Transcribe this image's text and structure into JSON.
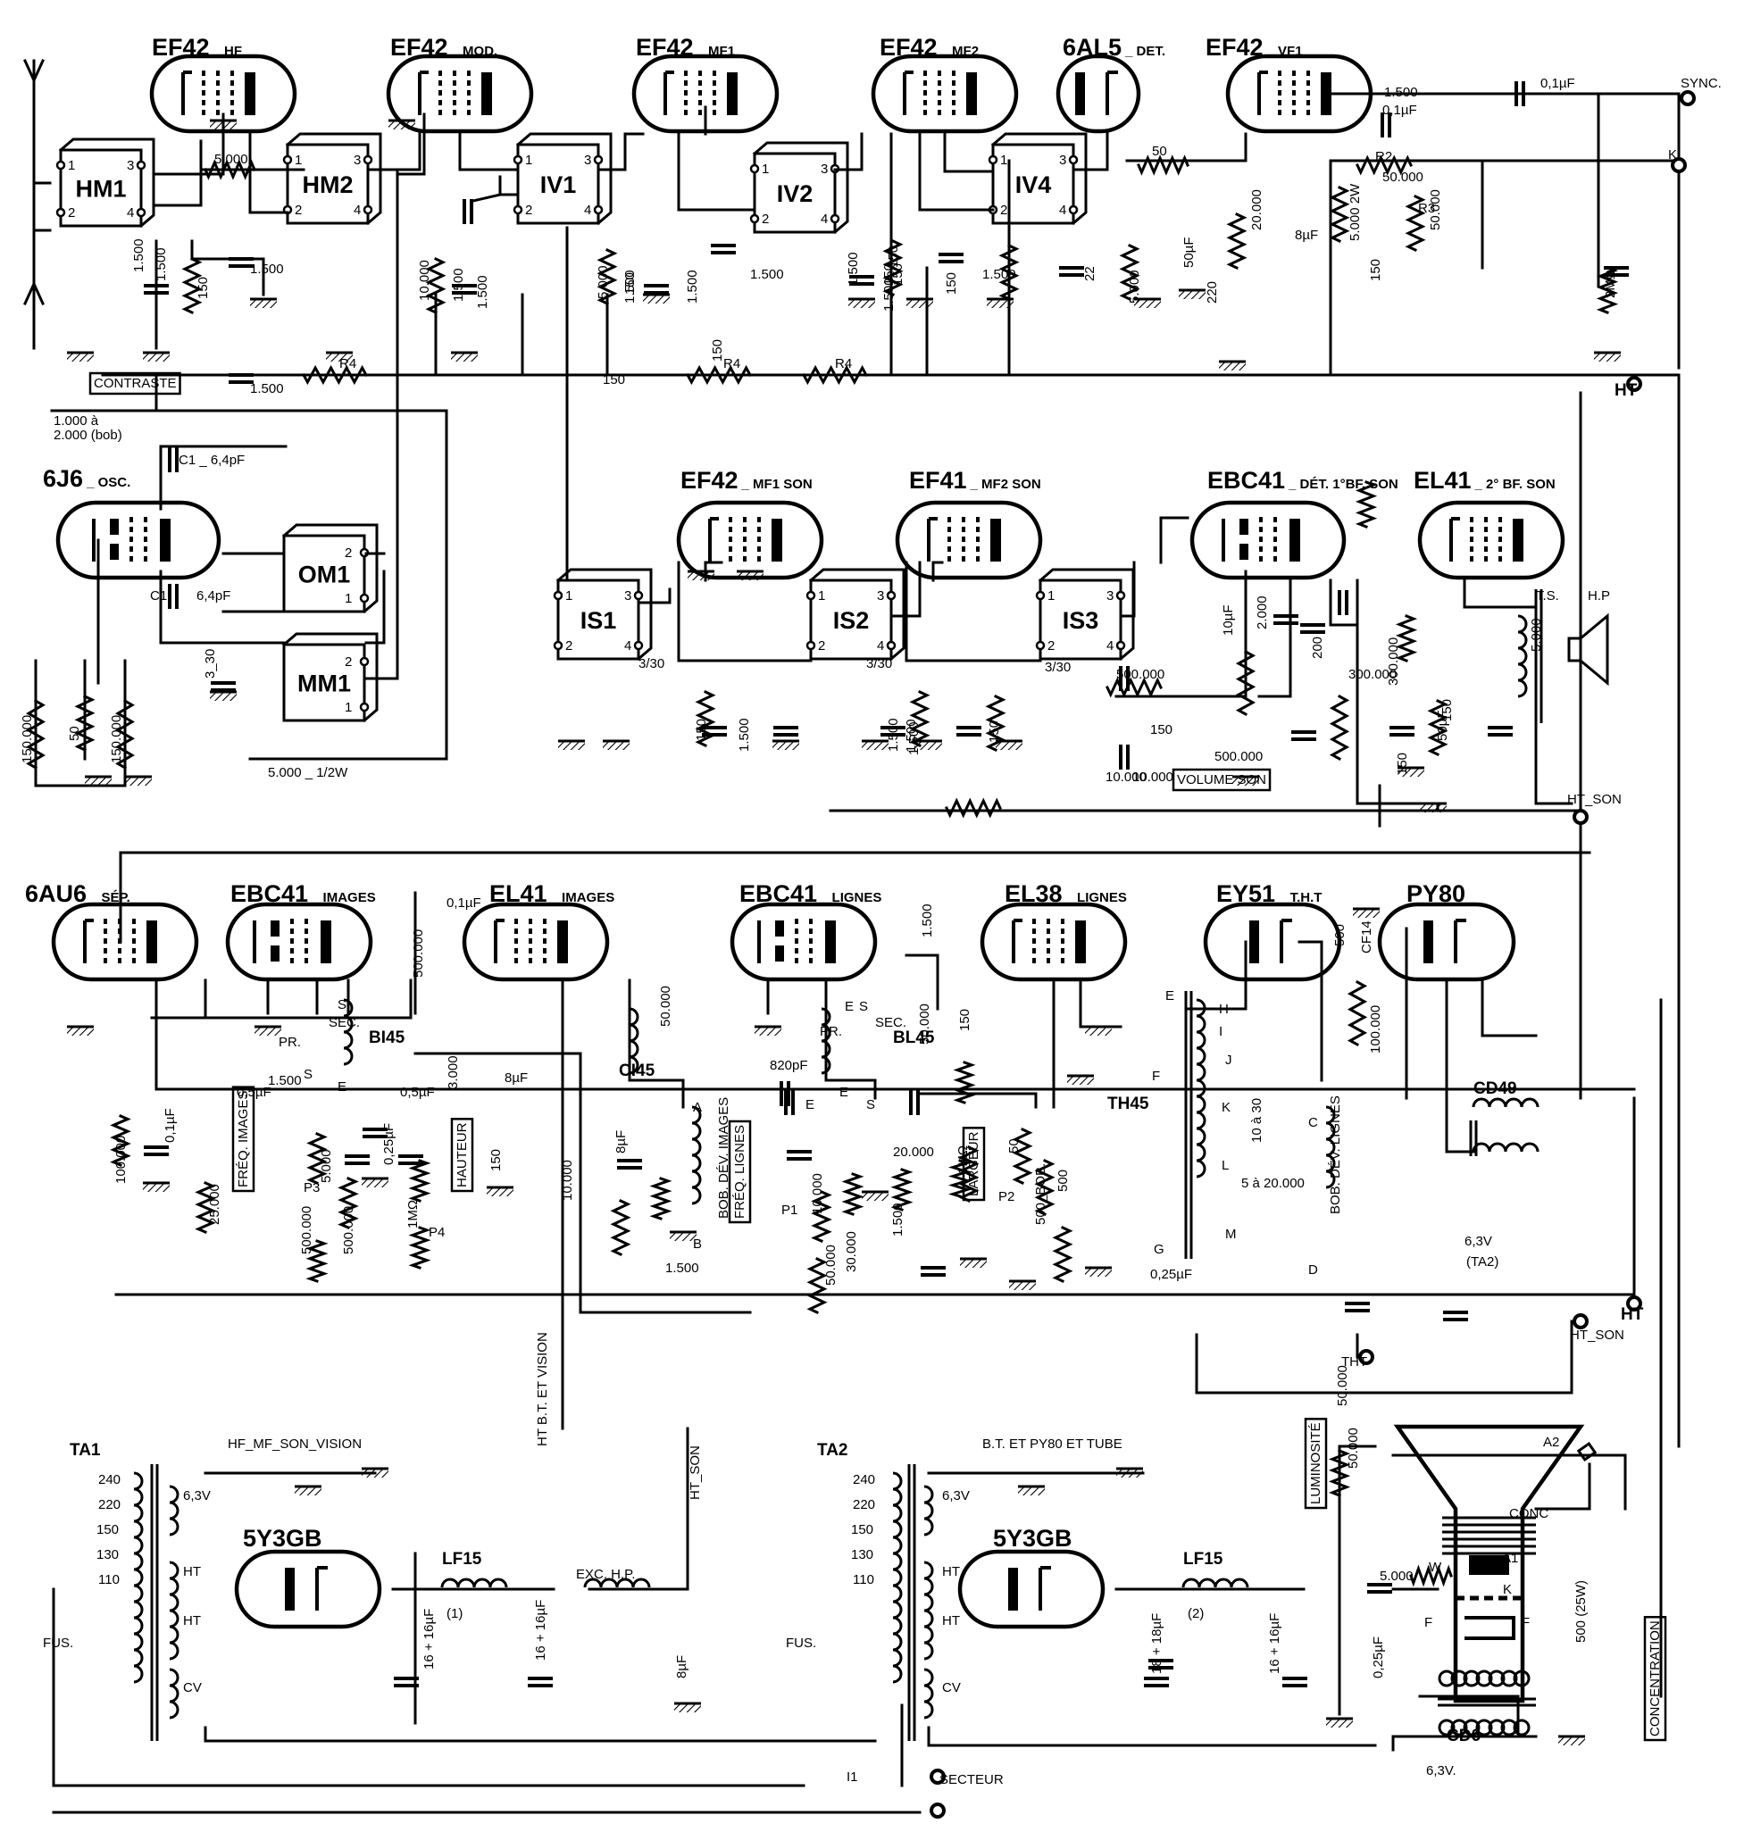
{
  "tubes": [
    {
      "id": "t1",
      "name": "EF42",
      "fn": "HF"
    },
    {
      "id": "t2",
      "name": "EF42",
      "fn": "MOD."
    },
    {
      "id": "t3",
      "name": "EF42",
      "fn": "MF1"
    },
    {
      "id": "t4",
      "name": "EF42",
      "fn": "MF2"
    },
    {
      "id": "t5",
      "name": "6AL5",
      "fn": "DET."
    },
    {
      "id": "t6",
      "name": "EF42",
      "fn": "VF1"
    },
    {
      "id": "t7",
      "name": "6J6",
      "fn": "OSC."
    },
    {
      "id": "t8",
      "name": "EF42",
      "fn": "MF1 SON"
    },
    {
      "id": "t9",
      "name": "EF41",
      "fn": "MF2 SON"
    },
    {
      "id": "t10",
      "name": "EBC41",
      "fn": "DÉT. 1°BF. SON"
    },
    {
      "id": "t11",
      "name": "EL41",
      "fn": "2° BF. SON"
    },
    {
      "id": "t12",
      "name": "6AU6",
      "fn": "SÉP."
    },
    {
      "id": "t13",
      "name": "EBC41",
      "fn": "IMAGES"
    },
    {
      "id": "t14",
      "name": "EL41",
      "fn": "IMAGES"
    },
    {
      "id": "t15",
      "name": "EBC41",
      "fn": "LIGNES"
    },
    {
      "id": "t16",
      "name": "EL38",
      "fn": "LIGNES"
    },
    {
      "id": "t17",
      "name": "EY51",
      "fn": "T.H.T"
    },
    {
      "id": "t18",
      "name": "PY80",
      "fn": ""
    },
    {
      "id": "t19",
      "name": "5Y3GB",
      "fn": ""
    },
    {
      "id": "t20",
      "name": "5Y3GB",
      "fn": ""
    }
  ],
  "coils": [
    {
      "id": "c1",
      "name": "HM1",
      "pins": [
        "1",
        "2",
        "3",
        "4"
      ]
    },
    {
      "id": "c2",
      "name": "HM2",
      "pins": [
        "1",
        "2",
        "3",
        "4"
      ]
    },
    {
      "id": "c3",
      "name": "IV1",
      "pins": [
        "1",
        "2",
        "3",
        "4"
      ]
    },
    {
      "id": "c4",
      "name": "IV2",
      "pins": [
        "1",
        "2",
        "3",
        "4"
      ]
    },
    {
      "id": "c5",
      "name": "IV4",
      "pins": [
        "1",
        "2",
        "3",
        "4"
      ]
    },
    {
      "id": "c6",
      "name": "OM1",
      "pins": [
        "1",
        "2"
      ]
    },
    {
      "id": "c7",
      "name": "MM1",
      "pins": [
        "1",
        "2"
      ]
    },
    {
      "id": "c8",
      "name": "IS1",
      "pins": [
        "1",
        "2",
        "3",
        "4"
      ]
    },
    {
      "id": "c9",
      "name": "IS2",
      "pins": [
        "1",
        "2",
        "3",
        "4"
      ]
    },
    {
      "id": "c10",
      "name": "IS3",
      "pins": [
        "1",
        "2",
        "3",
        "4"
      ]
    }
  ],
  "labels": [
    {
      "id": "l1",
      "t": "CONTRASTE",
      "box": true
    },
    {
      "id": "l2",
      "t": "1.000 à",
      "box": false
    },
    {
      "id": "l3",
      "t": "2.000 (bob)",
      "box": false
    },
    {
      "id": "l4",
      "t": "C1 _ 6,4pF",
      "box": false
    },
    {
      "id": "l5",
      "t": "C1",
      "box": false
    },
    {
      "id": "l6",
      "t": "6,4pF",
      "box": false
    },
    {
      "id": "l7",
      "t": "5.000 _ 1/2W",
      "box": false
    },
    {
      "id": "l8",
      "t": "SYNC.",
      "box": false
    },
    {
      "id": "l9",
      "t": "K",
      "box": false
    },
    {
      "id": "l10",
      "t": "HT",
      "box": false
    },
    {
      "id": "l11",
      "t": "HT_SON",
      "box": false
    },
    {
      "id": "l12",
      "t": "VOLUME SON",
      "box": true
    },
    {
      "id": "l13",
      "t": "T.S.",
      "box": false
    },
    {
      "id": "l14",
      "t": "H.P",
      "box": false
    },
    {
      "id": "l15",
      "t": "R2",
      "box": false
    },
    {
      "id": "l16",
      "t": "R3",
      "box": false
    },
    {
      "id": "l17",
      "t": "R4",
      "box": false
    },
    {
      "id": "l18",
      "t": "R4",
      "box": false
    },
    {
      "id": "l19",
      "t": "R4",
      "box": false
    },
    {
      "id": "l20",
      "t": "FRÉQ. IMAGES",
      "box": true
    },
    {
      "id": "l21",
      "t": "HAUTEUR",
      "box": true
    },
    {
      "id": "l22",
      "t": "BOB. DÉV. IMAGES",
      "box": false
    },
    {
      "id": "l23",
      "t": "FRÉQ. LIGNES",
      "box": true
    },
    {
      "id": "l24",
      "t": "LARGEUR",
      "box": true
    },
    {
      "id": "l25",
      "t": "BOB. DÉV. LIGNES",
      "box": false
    },
    {
      "id": "l26",
      "t": "BI45",
      "box": false
    },
    {
      "id": "l27",
      "t": "BL45",
      "box": false
    },
    {
      "id": "l28",
      "t": "CI45",
      "box": false
    },
    {
      "id": "l29",
      "t": "TH45",
      "box": false
    },
    {
      "id": "l30",
      "t": "CD49",
      "box": false
    },
    {
      "id": "l31",
      "t": "6,3V",
      "box": false
    },
    {
      "id": "l32",
      "t": "(TA2)",
      "box": false
    },
    {
      "id": "l33",
      "t": "HT",
      "box": false
    },
    {
      "id": "l34",
      "t": "HT_SON",
      "box": false
    },
    {
      "id": "l35",
      "t": "THT",
      "box": false
    },
    {
      "id": "l36",
      "t": "TA1",
      "box": false
    },
    {
      "id": "l37",
      "t": "TA2",
      "box": false
    },
    {
      "id": "l38",
      "t": "HF_MF_SON_VISION",
      "box": false
    },
    {
      "id": "l39",
      "t": "B.T. ET PY80 ET TUBE",
      "box": false
    },
    {
      "id": "l40",
      "t": "LF15",
      "box": false
    },
    {
      "id": "l41",
      "t": "LF15",
      "box": false
    },
    {
      "id": "l42",
      "t": "(1)",
      "box": false
    },
    {
      "id": "l43",
      "t": "(2)",
      "box": false
    },
    {
      "id": "l44",
      "t": "EXC. H.P.",
      "box": false
    },
    {
      "id": "l45",
      "t": "HT B.T. ET VISION",
      "box": false
    },
    {
      "id": "l46",
      "t": "HT_SON",
      "box": false
    },
    {
      "id": "l47",
      "t": "LUMINOSITÉ",
      "box": true
    },
    {
      "id": "l48",
      "t": "CONCENTRATION",
      "box": true
    },
    {
      "id": "l49",
      "t": "CD6",
      "box": false
    },
    {
      "id": "l50",
      "t": "6,3V.",
      "box": false
    },
    {
      "id": "l51",
      "t": "SECTEUR",
      "box": false
    },
    {
      "id": "l52",
      "t": "I1",
      "box": false
    },
    {
      "id": "l53",
      "t": "FUS.",
      "box": false
    },
    {
      "id": "l54",
      "t": "FUS.",
      "box": false
    },
    {
      "id": "l55",
      "t": "A2",
      "box": false
    },
    {
      "id": "l56",
      "t": "CONC",
      "box": false
    },
    {
      "id": "l57",
      "t": "A1",
      "box": false
    },
    {
      "id": "l58",
      "t": "W",
      "box": false
    },
    {
      "id": "l59",
      "t": "K",
      "box": false
    },
    {
      "id": "l60",
      "t": "F",
      "box": false
    },
    {
      "id": "l61",
      "t": "F",
      "box": false
    },
    {
      "id": "l62",
      "t": "500 (25W)",
      "box": false
    },
    {
      "id": "l63",
      "t": "P1",
      "box": false
    },
    {
      "id": "l64",
      "t": "P2",
      "box": false
    },
    {
      "id": "l65",
      "t": "P3",
      "box": false
    },
    {
      "id": "l66",
      "t": "P4",
      "box": false
    },
    {
      "id": "l67",
      "t": "SEC.",
      "box": false
    },
    {
      "id": "l68",
      "t": "PR.",
      "box": false
    },
    {
      "id": "l69",
      "t": "SEC.",
      "box": false
    },
    {
      "id": "l70",
      "t": "PR.",
      "box": false
    }
  ],
  "values": [
    {
      "id": "v1",
      "t": "5.000"
    },
    {
      "id": "v2",
      "t": "1.500"
    },
    {
      "id": "v3",
      "t": "150"
    },
    {
      "id": "v4",
      "t": "1.500"
    },
    {
      "id": "v5",
      "t": "1.500"
    },
    {
      "id": "v6",
      "t": "150"
    },
    {
      "id": "v7",
      "t": "10.000"
    },
    {
      "id": "v8",
      "t": "1.500"
    },
    {
      "id": "v9",
      "t": "1.500"
    },
    {
      "id": "v10",
      "t": "5.000"
    },
    {
      "id": "v11",
      "t": "150"
    },
    {
      "id": "v12",
      "t": "1.500"
    },
    {
      "id": "v13",
      "t": "150"
    },
    {
      "id": "v14",
      "t": "150"
    },
    {
      "id": "v15",
      "t": "1.500"
    },
    {
      "id": "v16",
      "t": "1.500"
    },
    {
      "id": "v17",
      "t": "150"
    },
    {
      "id": "v18",
      "t": "1.500"
    },
    {
      "id": "v19",
      "t": "50"
    },
    {
      "id": "v20",
      "t": "22"
    },
    {
      "id": "v21",
      "t": "5.000"
    },
    {
      "id": "v22",
      "t": "50µF"
    },
    {
      "id": "v23",
      "t": "220"
    },
    {
      "id": "v24",
      "t": "20.000"
    },
    {
      "id": "v25",
      "t": "8µF"
    },
    {
      "id": "v26",
      "t": "0,1µF"
    },
    {
      "id": "v27",
      "t": "50.000"
    },
    {
      "id": "v28",
      "t": "5.000 2W"
    },
    {
      "id": "v29",
      "t": "50.000"
    },
    {
      "id": "v30",
      "t": "0,1µF"
    },
    {
      "id": "v31",
      "t": "2MΩ"
    },
    {
      "id": "v32",
      "t": "150.000"
    },
    {
      "id": "v33",
      "t": "50"
    },
    {
      "id": "v34",
      "t": "150.000"
    },
    {
      "id": "v35",
      "t": "3_30"
    },
    {
      "id": "v36",
      "t": "3/30"
    },
    {
      "id": "v37",
      "t": "3/30"
    },
    {
      "id": "v38",
      "t": "3/30"
    },
    {
      "id": "v39",
      "t": "150"
    },
    {
      "id": "v40",
      "t": "1.500"
    },
    {
      "id": "v41",
      "t": "1.500"
    },
    {
      "id": "v42",
      "t": "1.500"
    },
    {
      "id": "v43",
      "t": "150"
    },
    {
      "id": "v44",
      "t": "1.500"
    },
    {
      "id": "v45",
      "t": "10µF"
    },
    {
      "id": "v46",
      "t": "2.000"
    },
    {
      "id": "v47",
      "t": "500.000"
    },
    {
      "id": "v48",
      "t": "150"
    },
    {
      "id": "v49",
      "t": "500.000"
    },
    {
      "id": "v50",
      "t": "10.000"
    },
    {
      "id": "v51",
      "t": "10.000"
    },
    {
      "id": "v52",
      "t": "200"
    },
    {
      "id": "v53",
      "t": "300.000"
    },
    {
      "id": "v54",
      "t": "300.000"
    },
    {
      "id": "v55",
      "t": "5.000"
    },
    {
      "id": "v56",
      "t": "150"
    },
    {
      "id": "v57",
      "t": "50µF"
    },
    {
      "id": "v58",
      "t": "150"
    },
    {
      "id": "v59",
      "t": "0,1µF"
    },
    {
      "id": "v60",
      "t": "100.000"
    },
    {
      "id": "v61",
      "t": "0,1µF"
    },
    {
      "id": "v62",
      "t": "25.000"
    },
    {
      "id": "v63",
      "t": "500.000"
    },
    {
      "id": "v64",
      "t": "0,5µF"
    },
    {
      "id": "v65",
      "t": "5.000"
    },
    {
      "id": "v66",
      "t": "500.000"
    },
    {
      "id": "v67",
      "t": "500.000"
    },
    {
      "id": "v68",
      "t": "3.000"
    },
    {
      "id": "v69",
      "t": "0,5µF"
    },
    {
      "id": "v70",
      "t": "0,25µF"
    },
    {
      "id": "v71",
      "t": "1MΩ"
    },
    {
      "id": "v72",
      "t": "8µF"
    },
    {
      "id": "v73",
      "t": "150"
    },
    {
      "id": "v74",
      "t": "10.000"
    },
    {
      "id": "v75",
      "t": "50.000"
    },
    {
      "id": "v76",
      "t": "1.500"
    },
    {
      "id": "v77",
      "t": "8µF"
    },
    {
      "id": "v78",
      "t": "1.500"
    },
    {
      "id": "v79",
      "t": "50.000"
    },
    {
      "id": "v80",
      "t": "820pF"
    },
    {
      "id": "v81",
      "t": "10.000"
    },
    {
      "id": "v82",
      "t": "50.000"
    },
    {
      "id": "v83",
      "t": "30.000"
    },
    {
      "id": "v84",
      "t": "1.500"
    },
    {
      "id": "v85",
      "t": "20.000"
    },
    {
      "id": "v86",
      "t": "150"
    },
    {
      "id": "v87",
      "t": "1MΩ"
    },
    {
      "id": "v88",
      "t": "50"
    },
    {
      "id": "v89",
      "t": "500_BOB."
    },
    {
      "id": "v90",
      "t": "500"
    },
    {
      "id": "v91",
      "t": "0,25µF"
    },
    {
      "id": "v92",
      "t": "10 à 30"
    },
    {
      "id": "v93",
      "t": "5 à 20.000"
    },
    {
      "id": "v94",
      "t": "500"
    },
    {
      "id": "v95",
      "t": "CF14"
    },
    {
      "id": "v96",
      "t": "100.000"
    },
    {
      "id": "v97",
      "t": "16 + 16µF"
    },
    {
      "id": "v98",
      "t": "16 + 16µF"
    },
    {
      "id": "v99",
      "t": "8µF"
    },
    {
      "id": "v100",
      "t": "18 + 18µF"
    },
    {
      "id": "v101",
      "t": "16 + 16µF"
    },
    {
      "id": "v102",
      "t": "50.000"
    },
    {
      "id": "v103",
      "t": "50.000"
    },
    {
      "id": "v104",
      "t": "5.000"
    },
    {
      "id": "v105",
      "t": "0,25µF"
    },
    {
      "id": "v106",
      "t": "1.500"
    },
    {
      "id": "v107",
      "t": "1.500"
    },
    {
      "id": "v108",
      "t": "1.500"
    },
    {
      "id": "v109",
      "t": "150"
    },
    {
      "id": "v110",
      "t": "150"
    },
    {
      "id": "v111",
      "t": "150"
    },
    {
      "id": "v112",
      "t": "6,3V"
    },
    {
      "id": "v113",
      "t": "6,3V"
    },
    {
      "id": "v114",
      "t": "HT"
    },
    {
      "id": "v115",
      "t": "HT"
    },
    {
      "id": "v116",
      "t": "CV"
    },
    {
      "id": "v117",
      "t": "HT"
    },
    {
      "id": "v118",
      "t": "HT"
    },
    {
      "id": "v119",
      "t": "CV"
    },
    {
      "id": "v120",
      "t": "240"
    },
    {
      "id": "v121",
      "t": "220"
    },
    {
      "id": "v122",
      "t": "150"
    },
    {
      "id": "v123",
      "t": "130"
    },
    {
      "id": "v124",
      "t": "110"
    },
    {
      "id": "v125",
      "t": "240"
    },
    {
      "id": "v126",
      "t": "220"
    },
    {
      "id": "v127",
      "t": "150"
    },
    {
      "id": "v128",
      "t": "130"
    },
    {
      "id": "v129",
      "t": "110"
    },
    {
      "id": "v130",
      "t": "A"
    },
    {
      "id": "v131",
      "t": "B"
    },
    {
      "id": "v132",
      "t": "C"
    },
    {
      "id": "v133",
      "t": "D"
    },
    {
      "id": "v134",
      "t": "E"
    },
    {
      "id": "v135",
      "t": "F"
    },
    {
      "id": "v136",
      "t": "G"
    },
    {
      "id": "v137",
      "t": "H"
    },
    {
      "id": "v138",
      "t": "I"
    },
    {
      "id": "v139",
      "t": "J"
    },
    {
      "id": "v140",
      "t": "K"
    },
    {
      "id": "v141",
      "t": "L"
    },
    {
      "id": "v142",
      "t": "M"
    },
    {
      "id": "v143",
      "t": "E"
    },
    {
      "id": "v144",
      "t": "S"
    },
    {
      "id": "v145",
      "t": "S"
    },
    {
      "id": "v146",
      "t": "E"
    },
    {
      "id": "v147",
      "t": "E"
    },
    {
      "id": "v148",
      "t": "S"
    },
    {
      "id": "v149",
      "t": "S"
    },
    {
      "id": "v150",
      "t": "E"
    },
    {
      "id": "v151",
      "t": "1.500"
    },
    {
      "id": "v152",
      "t": "1.500"
    }
  ]
}
